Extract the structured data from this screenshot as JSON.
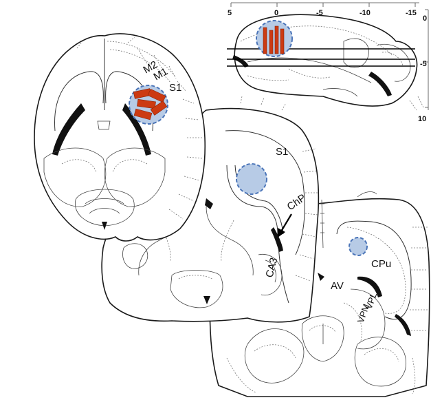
{
  "coronal_front": {
    "labels": {
      "m2": "M2",
      "m1": "M1",
      "s1": "S1"
    }
  },
  "coronal_middle": {
    "labels": {
      "s1": "S1",
      "chp": "ChP",
      "ca3": "CA3"
    }
  },
  "coronal_back": {
    "labels": {
      "cpu": "CPu",
      "av": "AV",
      "vpl": "VPL",
      "vpm": "VPM"
    }
  },
  "sagittal_inset": {
    "top_ticks": [
      "5",
      "0",
      "-5",
      "-10",
      "-15"
    ],
    "right_ticks": [
      "0",
      "-5",
      "10"
    ]
  },
  "colors": {
    "region_fill": "#b7cbe6",
    "region_stroke": "#4a74b8",
    "electrode": "#cc3a12",
    "ventricle": "#111111"
  }
}
